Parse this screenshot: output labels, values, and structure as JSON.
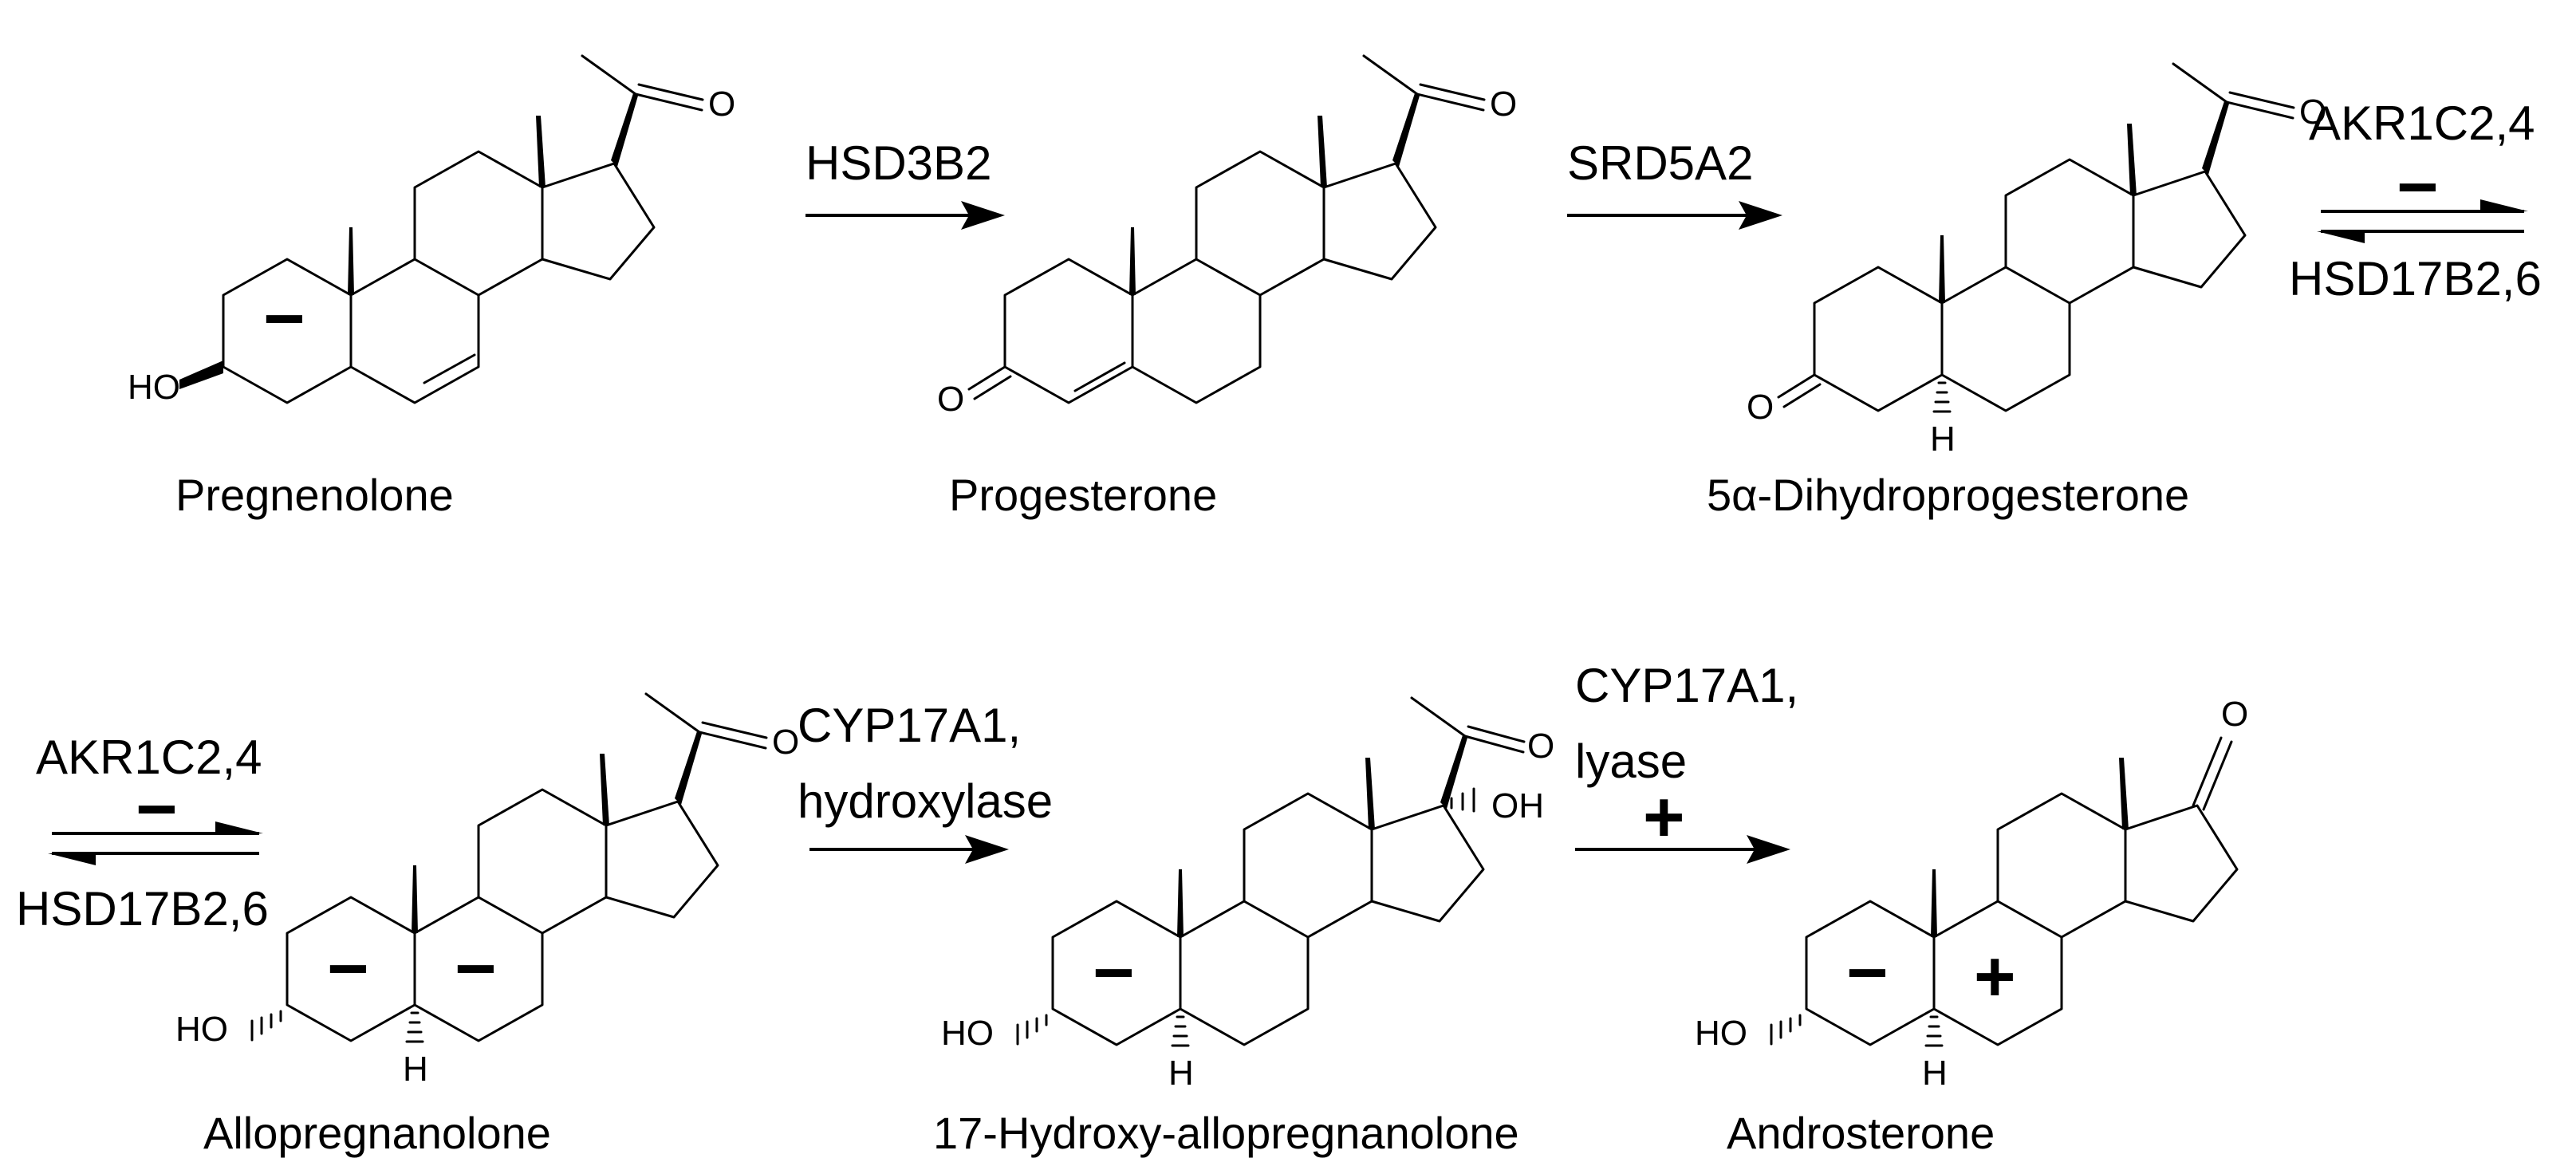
{
  "compounds": {
    "pregnenolone": {
      "name": "Pregnenolone",
      "hydroxyl": "HO",
      "ketone_o": "O"
    },
    "progesterone": {
      "name": "Progesterone",
      "ketone3_o": "O",
      "ketone20_o": "O"
    },
    "dihydroprogesterone": {
      "name": "5α-Dihydroprogesterone",
      "ketone3_o": "O",
      "ketone20_o": "O",
      "h5": "H"
    },
    "allopregnanolone": {
      "name": "Allopregnanolone",
      "hydroxyl": "HO",
      "ketone_o": "O",
      "h5": "H"
    },
    "hydroxy_allopregnanolone": {
      "name": "17-Hydroxy-allopregnanolone",
      "hydroxyl": "HO",
      "ketone_o": "O",
      "oh17": "OH",
      "h5": "H"
    },
    "androsterone": {
      "name": "Androsterone",
      "hydroxyl": "HO",
      "ketone_o": "O",
      "h5": "H"
    }
  },
  "reactions": {
    "r1": {
      "enzyme": "HSD3B2"
    },
    "r2": {
      "enzyme": "SRD5A2"
    },
    "r3": {
      "forward": "AKR1C2,4",
      "reverse": "HSD17B2,6",
      "sign": "−"
    },
    "r4": {
      "forward": "AKR1C2,4",
      "reverse": "HSD17B2,6",
      "sign": "−"
    },
    "r5": {
      "enzyme_line1": "CYP17A1,",
      "enzyme_line2": "hydroxylase"
    },
    "r6": {
      "enzyme_line1": "CYP17A1,",
      "enzyme_line2": "lyase",
      "sign": "+"
    }
  },
  "ring_signs": {
    "pregnenolone_a": "−",
    "allopregnanolone_a": "−",
    "allopregnanolone_b": "−",
    "hydroxy_allopregnanolone_a": "−",
    "androsterone_a": "−",
    "androsterone_b": "+"
  }
}
